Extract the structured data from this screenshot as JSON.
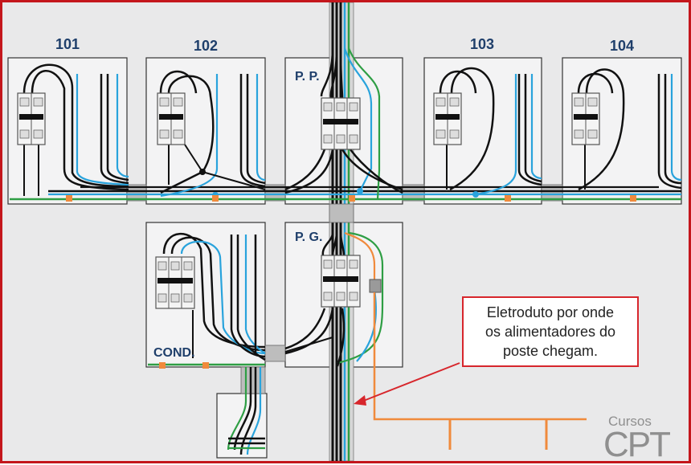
{
  "rooms": [
    {
      "id": "101",
      "label": "101"
    },
    {
      "id": "102",
      "label": "102"
    },
    {
      "id": "103",
      "label": "103"
    },
    {
      "id": "104",
      "label": "104"
    }
  ],
  "panels": {
    "pp": "P. P.",
    "pg": "P. G.",
    "cond": "COND."
  },
  "callout": {
    "line1": "Eletroduto por onde",
    "line2": "os alimentadores do",
    "line3": "poste chegam."
  },
  "logo": {
    "word": "Cursos",
    "mark": "CPT"
  },
  "colors": {
    "frame": "#c4161c",
    "label_blue": "#1f3f6b",
    "wire_black": "#111111",
    "wire_blue": "#29a3dc",
    "wire_green": "#2e9e44",
    "wire_orange": "#f08a3c",
    "arrow_red": "#d7262c"
  }
}
